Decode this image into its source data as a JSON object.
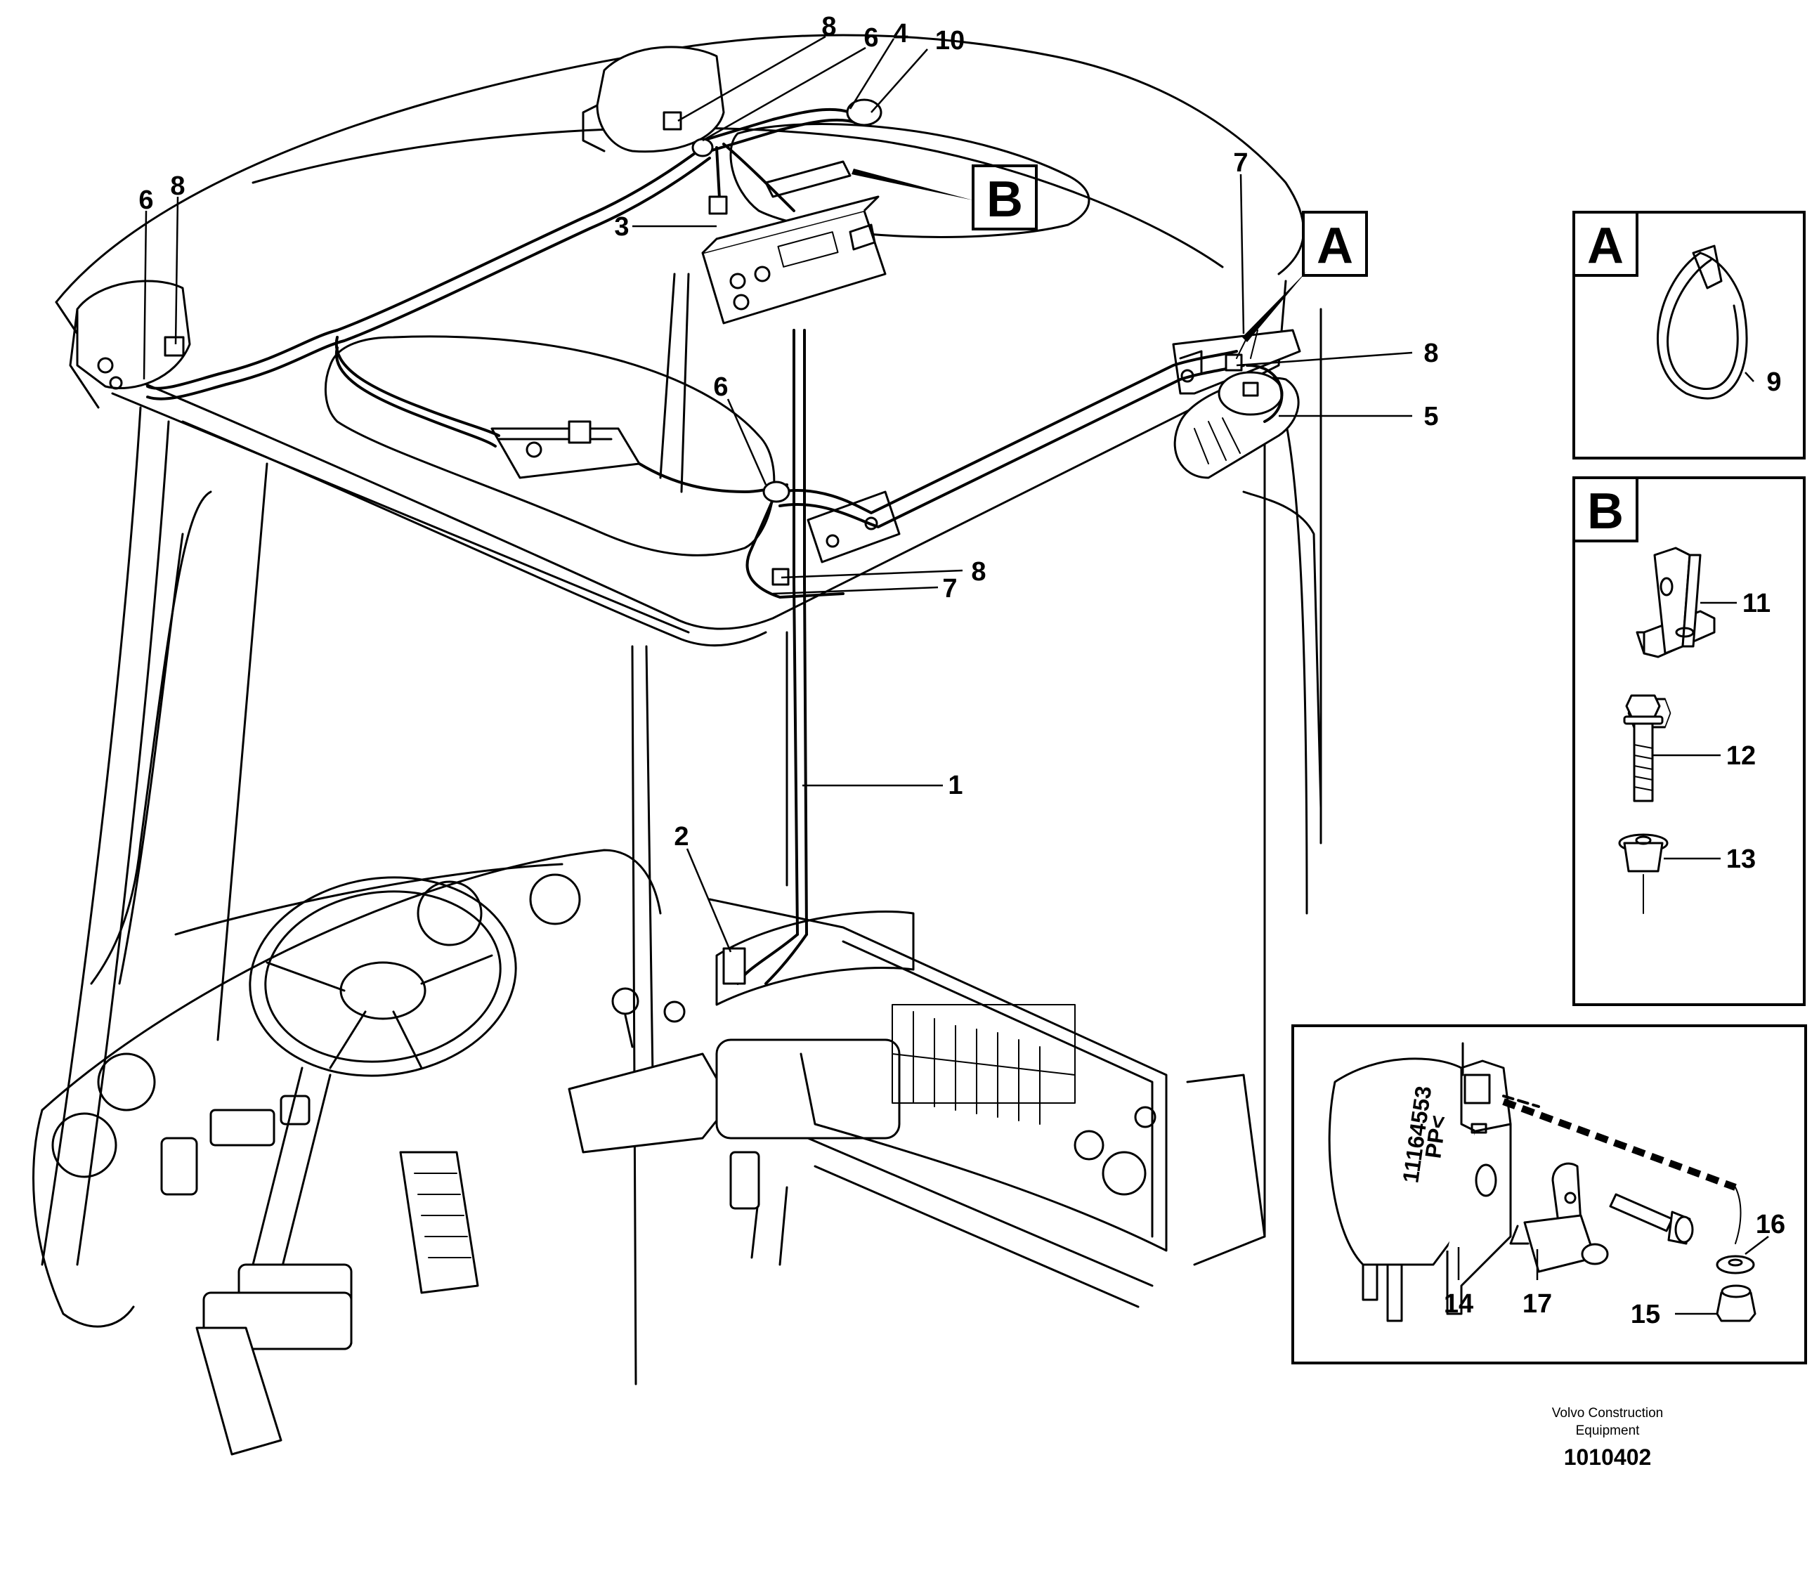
{
  "callouts": [
    {
      "id": "c8-top",
      "text": "8"
    },
    {
      "id": "c6-top",
      "text": "6"
    },
    {
      "id": "c4",
      "text": "4"
    },
    {
      "id": "c10",
      "text": "10"
    },
    {
      "id": "c6-left",
      "text": "6"
    },
    {
      "id": "c8-left",
      "text": "8"
    },
    {
      "id": "c3",
      "text": "3"
    },
    {
      "id": "c7-right",
      "text": "7"
    },
    {
      "id": "c8-right",
      "text": "8"
    },
    {
      "id": "c5",
      "text": "5"
    },
    {
      "id": "c6-mid",
      "text": "6"
    },
    {
      "id": "c8-mid",
      "text": "8"
    },
    {
      "id": "c7-mid",
      "text": "7"
    },
    {
      "id": "c1",
      "text": "1"
    },
    {
      "id": "c2",
      "text": "2"
    },
    {
      "id": "c9",
      "text": "9"
    },
    {
      "id": "c11",
      "text": "11"
    },
    {
      "id": "c12",
      "text": "12"
    },
    {
      "id": "c13",
      "text": "13"
    },
    {
      "id": "c14",
      "text": "14"
    },
    {
      "id": "c17",
      "text": "17"
    },
    {
      "id": "c16",
      "text": "16"
    },
    {
      "id": "c15",
      "text": "15"
    }
  ],
  "detail_markers": {
    "a": "A",
    "b": "B"
  },
  "detail_panels": {
    "a": "A",
    "b": "B"
  },
  "bracket_code": "11164553",
  "bracket_code2": "PP<",
  "credit_line1": "Volvo Construction",
  "credit_line2": "Equipment",
  "figure_number": "1010402"
}
